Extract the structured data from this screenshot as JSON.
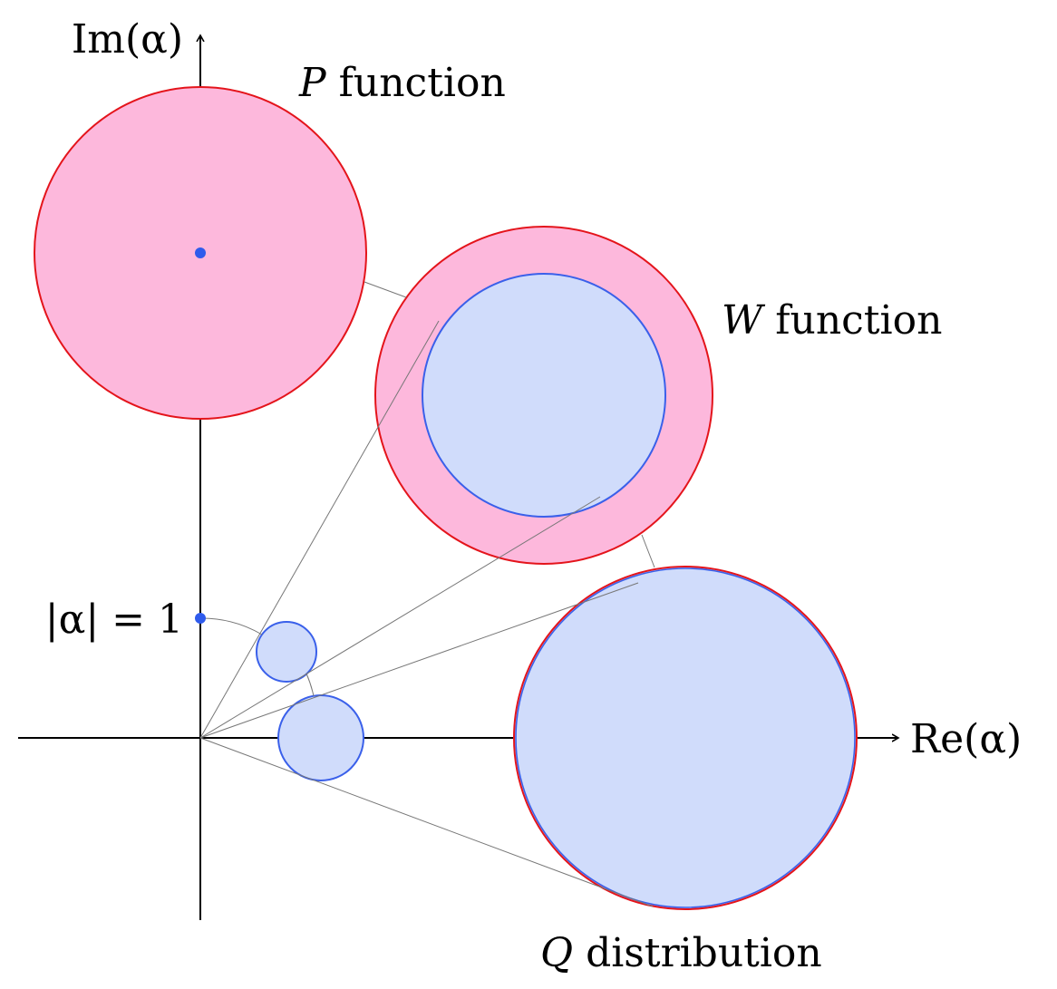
{
  "axes": {
    "im_label": "Im(α)",
    "re_label": "Re(α)"
  },
  "labels": {
    "p_italic": "P",
    "p_rest": " function",
    "w_italic": "W",
    "w_rest": " function",
    "q_italic": "Q",
    "q_rest": " distribution",
    "unit": "|α| = 1"
  },
  "colors": {
    "pink_fill": "#fdb8dc",
    "red_stroke": "#e4141b",
    "blue_fill": "#d0dcfb",
    "blue_stroke": "#3a60ea",
    "axis": "#000000",
    "guide": "#777777",
    "dot": "#2f5bec"
  }
}
